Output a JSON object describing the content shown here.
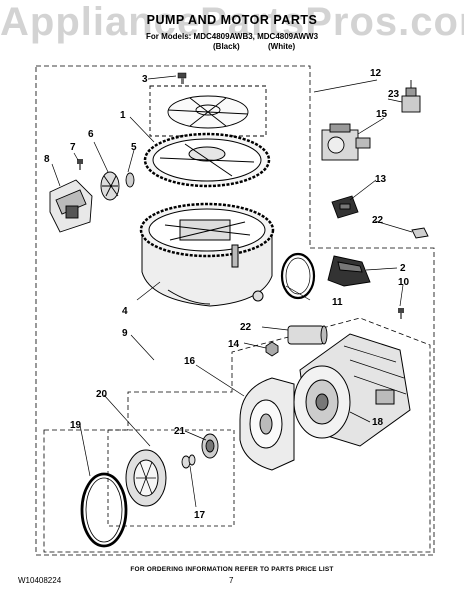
{
  "watermark": "AppliancePartsPros.com",
  "title": "PUMP AND MOTOR PARTS",
  "models": "For Models: MDC4809AWB3, MDC4809AWW3",
  "color_black": "(Black)",
  "color_white": "(White)",
  "footer": "FOR ORDERING INFORMATION REFER TO PARTS PRICE LIST",
  "doc_number": "W10408224",
  "page_number": "7",
  "callouts": {
    "c1": "1",
    "c2": "2",
    "c3": "3",
    "c4": "4",
    "c5": "5",
    "c6": "6",
    "c7": "7",
    "c8": "8",
    "c9": "9",
    "c10": "10",
    "c11": "11",
    "c12": "12",
    "c13": "13",
    "c14": "14",
    "c15": "15",
    "c16": "16",
    "c17": "17",
    "c18": "18",
    "c19": "19",
    "c20": "20",
    "c21": "21",
    "c22a": "22",
    "c22b": "22",
    "c23": "23"
  }
}
